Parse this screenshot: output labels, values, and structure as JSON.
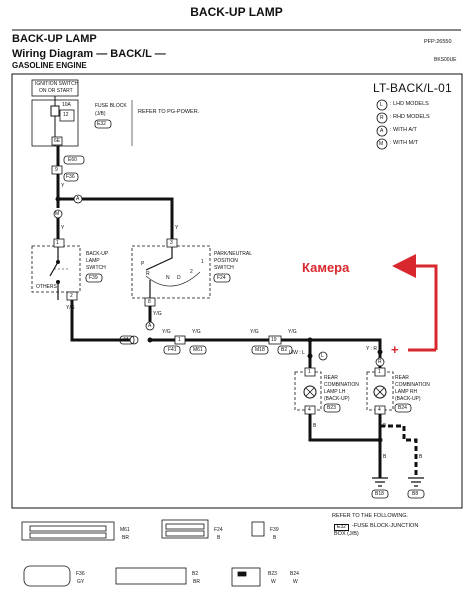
{
  "page_title": "BACK-UP LAMP",
  "header": {
    "section": "BACK-UP LAMP",
    "code": "PFP:26550",
    "diagram_title": "Wiring Diagram — BACK/L —",
    "engine": "GASOLINE ENGINE",
    "small_ref": "BKS00UE",
    "diagram_id": "LT-BACK/L-01"
  },
  "legend": [
    {
      "symbol": "L",
      "text": ": LHD MODELS"
    },
    {
      "symbol": "R",
      "text": ": RHD MODELS"
    },
    {
      "symbol": "A",
      "text": ": WITH A/T"
    },
    {
      "symbol": "M",
      "text": ": WITH M/T"
    }
  ],
  "components": {
    "ignition": {
      "line1": "IGNITION SWITCH",
      "line2": "ON OR START"
    },
    "fuse_block": {
      "label": "FUSE BLOCK",
      "label2": "(J/B)",
      "amp": "10A",
      "fuse_no": "12",
      "connector": "E32",
      "terminal": "6E"
    },
    "refer_pg": "REFER TO PG-POWER.",
    "backup_switch": {
      "line1": "BACK-UP",
      "line2": "LAMP",
      "line3": "SWITCH",
      "connector": "F39",
      "others": "OTHERS"
    },
    "pnp_switch": {
      "line1": "PARK/NEUTRAL",
      "line2": "POSITION",
      "line3": "SWITCH",
      "connector": "F24",
      "positions": [
        "P",
        "R",
        "N",
        "D",
        "2",
        "1"
      ]
    },
    "lamp_lh": {
      "line1": "REAR",
      "line2": "COMBINATION",
      "line3": "LAMP LH",
      "line4": "(BACK-UP)",
      "connector": "B23"
    },
    "lamp_rh": {
      "line1": "REAR",
      "line2": "COMBINATION",
      "line3": "LAMP RH",
      "line4": "(BACK-UP)",
      "connector": "B24"
    }
  },
  "connectors": {
    "e60": "E60",
    "f36": "F36",
    "f41": "F41",
    "m61": "M61",
    "m18": "M18",
    "b2": "B2",
    "b18": "B18",
    "b8": "B8"
  },
  "pins": [
    "9",
    "1",
    "2",
    "3",
    "8",
    "1",
    "19",
    "1",
    "4",
    "1",
    "4"
  ],
  "wires": {
    "y": "Y",
    "yg": "Y/G",
    "b": "B",
    "lw_l": "L/W : L",
    "y_r": "Y : R"
  },
  "annotation": {
    "text": "Камера",
    "color": "#d9272e",
    "plus": "+"
  },
  "footer": {
    "refer": "REFER TO THE FOLLOWING.",
    "ref_conn": "E32",
    "ref_text": "-FUSE BLOCK-JUNCTION",
    "ref_text2": "BOX (J/B)",
    "connector_views": [
      {
        "id": "M61",
        "color": "BR"
      },
      {
        "id": "F24",
        "color": "B"
      },
      {
        "id": "F39",
        "color": "B"
      },
      {
        "id": "F36",
        "color": "GY"
      },
      {
        "id": "B2",
        "color": "BR"
      },
      {
        "id": "B23",
        "color": "W"
      },
      {
        "id": "B24",
        "color": "W"
      }
    ]
  }
}
